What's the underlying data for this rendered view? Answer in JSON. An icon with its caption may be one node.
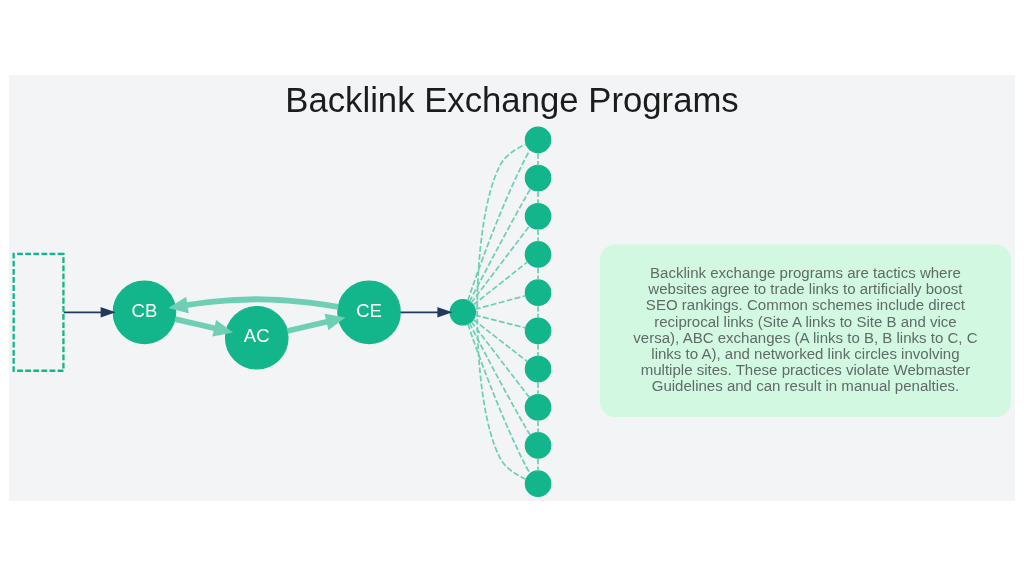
{
  "diagram": {
    "title": "Backlink Exchange Programs",
    "nodes": [
      {
        "text": [],
        "shape": "box"
      },
      {
        "text": [
          "AC"
        ]
      },
      {
        "text": [
          "CE"
        ]
      },
      {
        "text": [
          "CB"
        ]
      },
      {
        "text": [],
        "shape": "circle"
      },
      {
        "text": [],
        "shape": "circle"
      },
      {
        "text": [],
        "shape": "circle"
      },
      {
        "text": [],
        "shape": "circle"
      },
      {
        "text": [],
        "shape": "circle"
      },
      {
        "text": [],
        "shape": "circle"
      },
      {
        "text": [],
        "shape": "circle"
      },
      {
        "text": [],
        "shape": "circle"
      },
      {
        "text": [],
        "shape": "circle"
      },
      {
        "text": [],
        "shape": "circle"
      },
      {
        "text": [],
        "shape": "circle"
      },
      {
        "text": [
          "Backlink exchange programs are tactics where websites agree to trade links to artificially boost SEO rankings. Common schemes include direct reciprocal links (Site A links to Site B and vice versa), ABC exchanges (A links to B, B links to C, C links to A), and networked link circles involving multiple sites. These practices violate Webmaster Guidelines and can result in manual penalties."
        ]
      }
    ],
    "edges": [
      {
        "from": 0,
        "to": 3,
        "arrow": "to",
        "color": "#1f3a5f"
      },
      {
        "from": 1,
        "to": 2,
        "arrow": "to",
        "style": "thick",
        "color": "#6fcfb5"
      },
      {
        "from": 2,
        "to": 3,
        "arrow": "to",
        "style": "thick",
        "color": "#6fcfb5"
      },
      {
        "from": 3,
        "to": 1,
        "arrow": "to",
        "style": "thick",
        "color": "#6fcfb5"
      },
      {
        "from": 2,
        "to": 4,
        "arrow": "to",
        "color": "#1f3a5f"
      },
      {
        "from": 4,
        "to": 5,
        "arrow": "none",
        "style": "dashed"
      },
      {
        "from": 4,
        "to": 6,
        "arrow": "none",
        "style": "dashed"
      },
      {
        "from": 4,
        "to": 7,
        "arrow": "none",
        "style": "dashed"
      },
      {
        "from": 4,
        "to": 8,
        "arrow": "none",
        "style": "dashed"
      },
      {
        "from": 4,
        "to": 9,
        "arrow": "none",
        "style": "dashed"
      },
      {
        "from": 4,
        "to": 10,
        "arrow": "none",
        "style": "dashed"
      },
      {
        "from": 4,
        "to": 11,
        "arrow": "none",
        "style": "dashed"
      },
      {
        "from": 4,
        "to": 12,
        "arrow": "none",
        "style": "dashed"
      },
      {
        "from": 4,
        "to": 13,
        "arrow": "none",
        "style": "dashed"
      },
      {
        "from": 4,
        "to": 14,
        "arrow": "none",
        "style": "dashed"
      },
      {
        "from": 5,
        "to": 6,
        "arrow": "none",
        "style": "dashed"
      },
      {
        "from": 6,
        "to": 7,
        "arrow": "none",
        "style": "dashed"
      },
      {
        "from": 7,
        "to": 8,
        "arrow": "none",
        "style": "dashed"
      },
      {
        "from": 8,
        "to": 9,
        "arrow": "none",
        "style": "dashed"
      },
      {
        "from": 9,
        "to": 10,
        "arrow": "none",
        "style": "dashed"
      },
      {
        "from": 10,
        "to": 11,
        "arrow": "none",
        "style": "dashed"
      },
      {
        "from": 11,
        "to": 12,
        "arrow": "none",
        "style": "dashed"
      },
      {
        "from": 12,
        "to": 13,
        "arrow": "none",
        "style": "dashed"
      },
      {
        "from": 13,
        "to": 14,
        "arrow": "none",
        "style": "dashed"
      },
      {
        "from": 14,
        "to": 5,
        "arrow": "none",
        "style": "dashed"
      }
    ]
  }
}
